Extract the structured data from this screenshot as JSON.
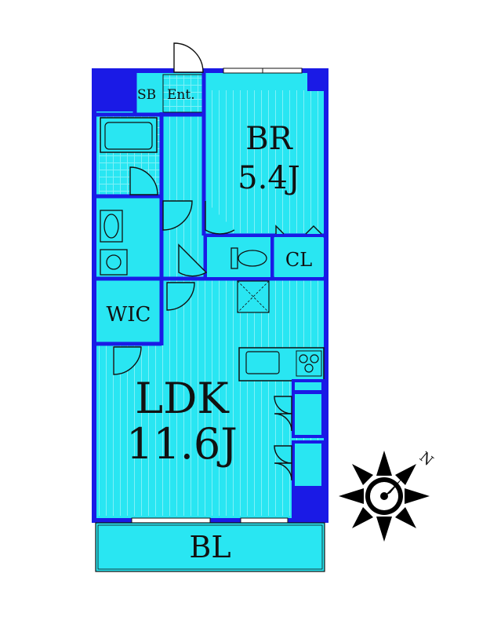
{
  "floorplan": {
    "rooms": {
      "br": {
        "name": "BR",
        "size": "5.4J"
      },
      "ldk": {
        "name": "LDK",
        "size": "11.6J"
      },
      "wic": {
        "name": "WIC"
      },
      "cl": {
        "name": "CL"
      },
      "sb": {
        "name": "SB"
      },
      "entrance": {
        "name": "Ent."
      },
      "balcony": {
        "name": "BL"
      }
    },
    "compass": {
      "north_label": "N"
    },
    "colors": {
      "floor": "#29e6f2",
      "wall": "#1a1ae6",
      "pillar": "#1a1ae6",
      "outline": "#111111",
      "balcony": "#29e6f2"
    }
  }
}
